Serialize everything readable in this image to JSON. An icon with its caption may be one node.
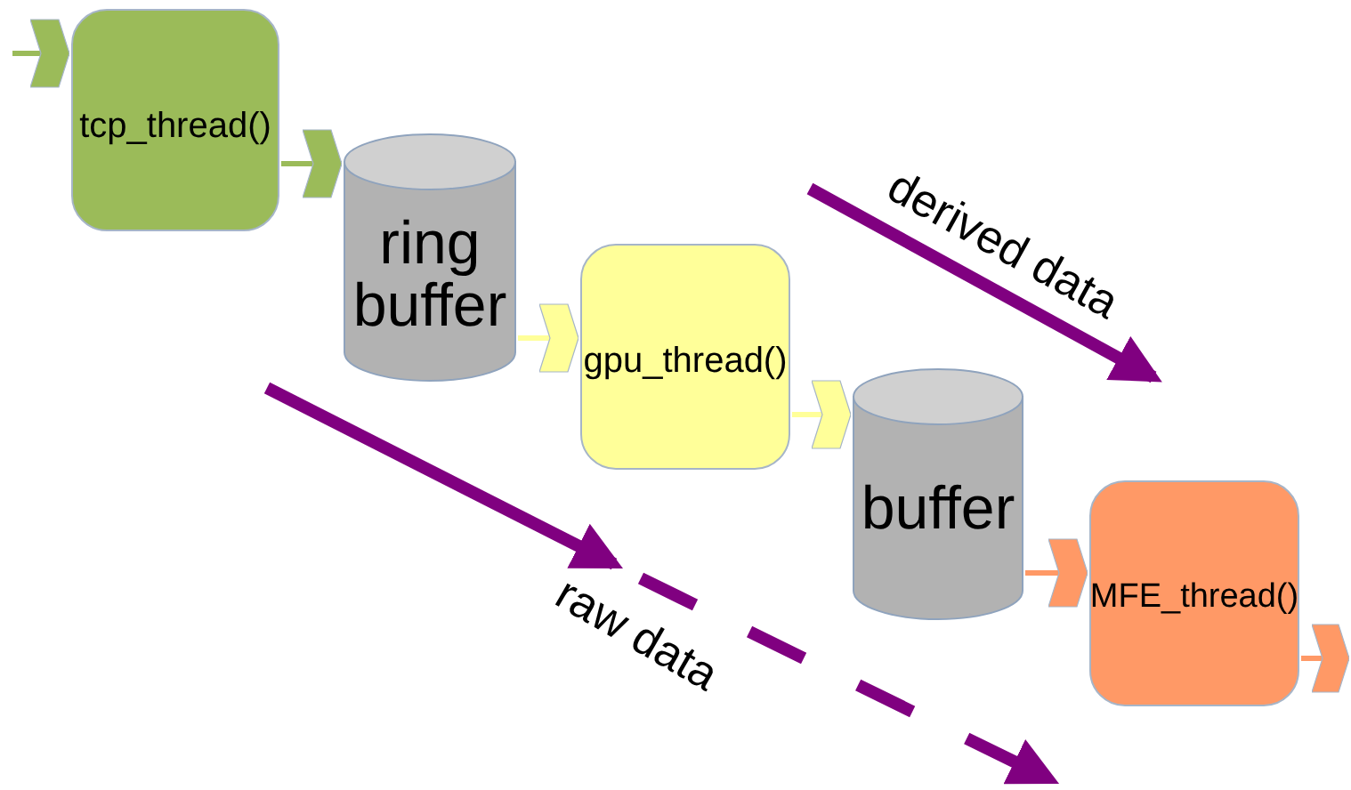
{
  "diagram": {
    "nodes": [
      {
        "text": [
          "tcp_thread()"
        ]
      },
      {
        "text": [
          "ring buffer"
        ]
      },
      {
        "text": [
          "gpu_thread()"
        ]
      },
      {
        "text": [
          "buffer"
        ]
      },
      {
        "text": [
          "MFE_thread()"
        ]
      }
    ],
    "edges": [
      {
        "from": null,
        "to": 0,
        "arrow": "to",
        "color": "#9bbb59"
      },
      {
        "from": 0,
        "to": 1,
        "arrow": "to",
        "color": "#9bbb59"
      },
      {
        "from": 1,
        "to": 2,
        "arrow": "to",
        "color": "#ffff99"
      },
      {
        "from": 2,
        "to": 3,
        "arrow": "to",
        "color": "#ffff99"
      },
      {
        "from": 3,
        "to": 4,
        "arrow": "to",
        "color": "#ff9966"
      },
      {
        "from": 4,
        "to": null,
        "arrow": "to",
        "color": "#ff9966"
      }
    ],
    "labels": [
      "derived data",
      "raw data"
    ]
  }
}
